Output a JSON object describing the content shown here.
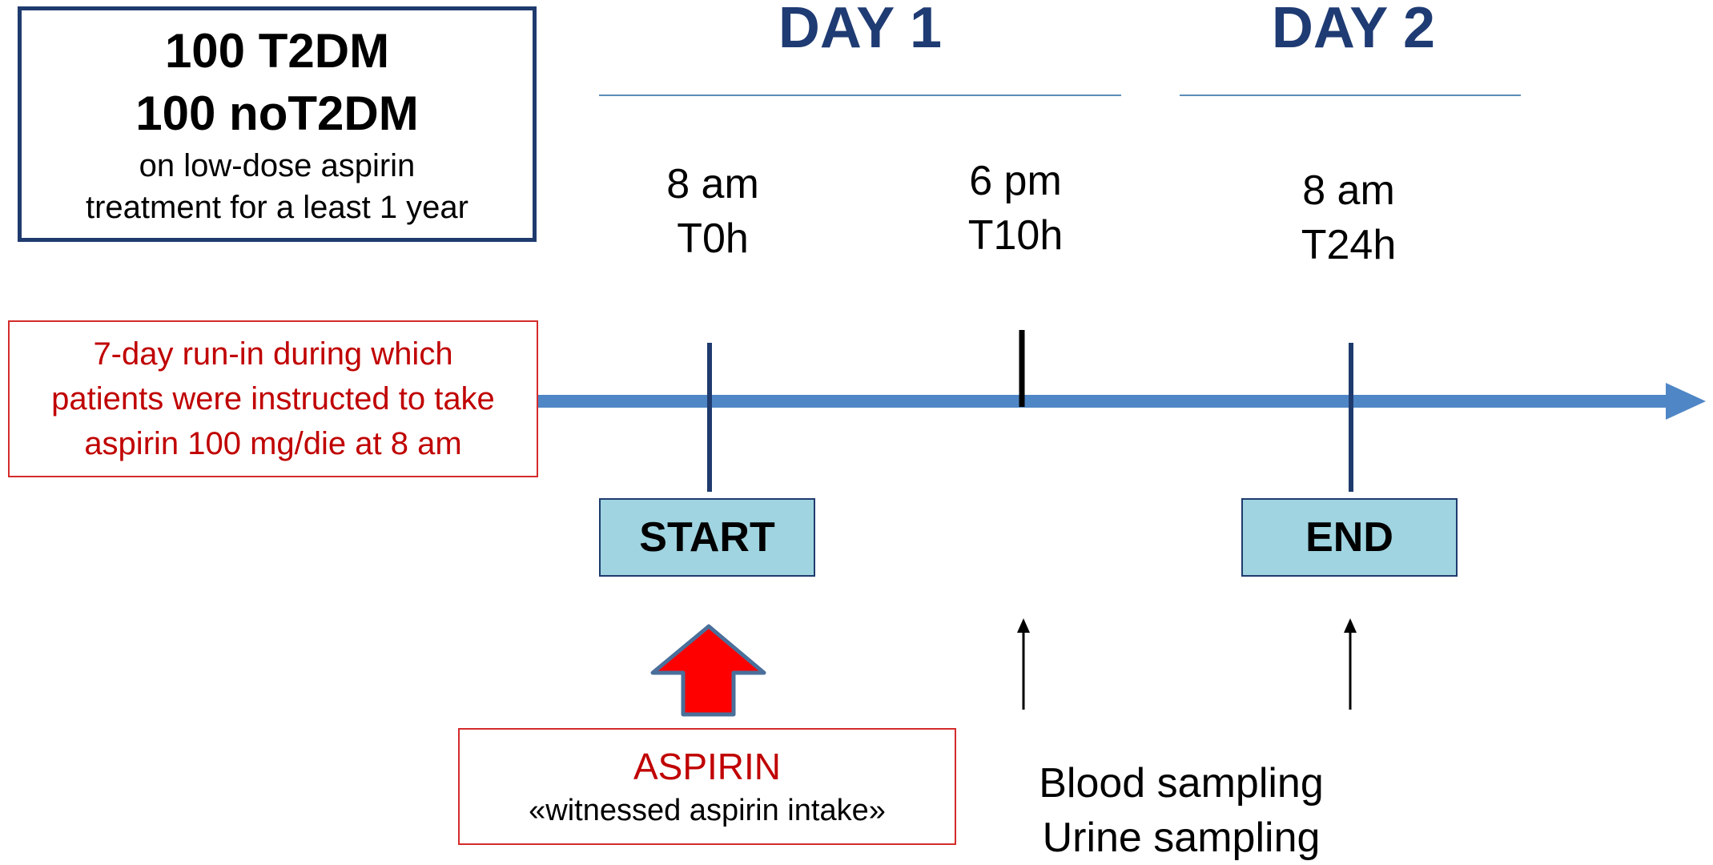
{
  "cohort": {
    "line1": "100 T2DM",
    "line2": "100 noT2DM",
    "line3": "on low-dose aspirin",
    "line4": "treatment for a least 1 year"
  },
  "days": {
    "day1": "DAY 1",
    "day2": "DAY 2"
  },
  "timepoints": [
    {
      "clock": "8 am",
      "label": "T0h"
    },
    {
      "clock": "6 pm",
      "label": "T10h"
    },
    {
      "clock": "8 am",
      "label": "T24h"
    }
  ],
  "runin": {
    "line1": "7-day run-in during which",
    "line2": "patients were instructed to take",
    "line3": "aspirin 100 mg/die at 8 am"
  },
  "states": {
    "start": "START",
    "end": "END"
  },
  "aspirin": {
    "title": "ASPIRIN",
    "subtitle": "«witnessed aspirin intake»"
  },
  "sampling": {
    "blood": "Blood sampling",
    "urine": "Urine sampling"
  },
  "colors": {
    "timeline": "#4f86c6",
    "navy": "#1f3b6e",
    "red_text": "#c00000",
    "state_fill": "#9fd4e0",
    "aspirin_arrow": "#ff0000"
  }
}
